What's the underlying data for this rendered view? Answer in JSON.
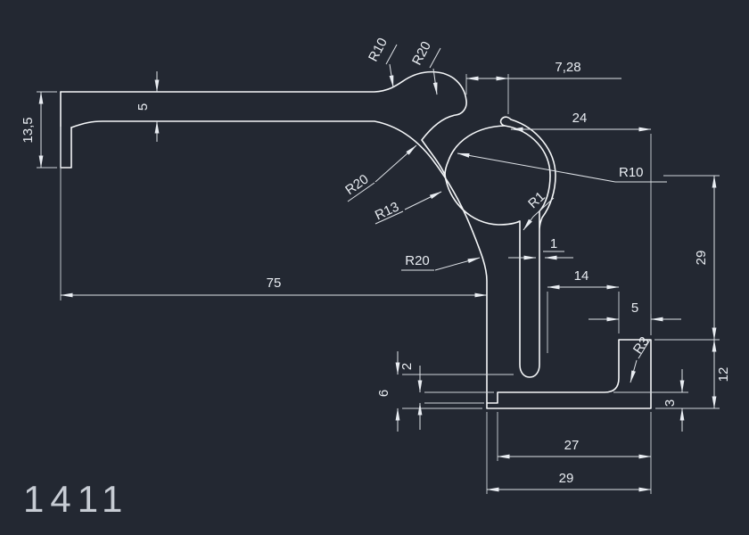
{
  "title": "1411",
  "colors": {
    "background": "#232832",
    "line": "#f4f6f8",
    "dimension_line": "#dfe3e8",
    "text": "#e9edf2",
    "title_text": "#c7ccd4"
  },
  "ann": {
    "r10_top": "R10",
    "r20_top": "R20",
    "d7_28": "7,28",
    "d24": "24",
    "d5_arm": "5",
    "d13_5": "13,5",
    "r20_mid": "R20",
    "r13": "R13",
    "r10_cove": "R10",
    "r1": "R1",
    "d1": "1",
    "d29_right": "29",
    "d75": "75",
    "r20_low": "R20",
    "d14": "14",
    "d5_wall": "5",
    "r3": "R3",
    "d6": "6",
    "d2": "2",
    "d12": "12",
    "d3": "3",
    "d27": "27",
    "d29_bottom": "29"
  }
}
